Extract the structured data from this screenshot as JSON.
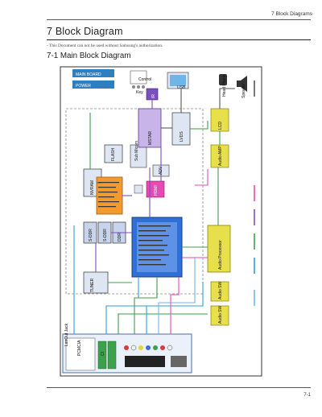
{
  "header": {
    "running_title": "7 Block Diagrams",
    "chapter_title": "7 Block Diagram",
    "notice": "- This Document can not be used without Samsung's authorization.",
    "section_title": "7-1 Main Block Diagram"
  },
  "footer": {
    "page_number": "7-1"
  },
  "diagram": {
    "blocks": {
      "lan_pack": "LanOut Jack",
      "pcmcia": "PCMCIA",
      "ci": "CI",
      "s_ddr": "S-DDR",
      "s_ddr_b": "S-DDR",
      "main_chip": "MSTAR",
      "adv": "ADV",
      "audio_processor": "Audio Processor",
      "audio_amp": "Audio AMP",
      "lvds": "LVDS",
      "lcd": "LCD",
      "nvram": "NVRAM",
      "flash": "FLASH",
      "ddr": "DDR",
      "tuner": "TUNER",
      "hdmi": "HDMI",
      "sub_micom": "Sub Micom",
      "ir": "IR",
      "speaker": "Speaker",
      "mainboard": "MAIN BOARD",
      "control": "Control",
      "key": "Key",
      "headphone": "Head Phone",
      "power": "POWER",
      "usb": "USB",
      "audio_sw": "Audio SW",
      "audio_sw_b": "Audio SW"
    }
  }
}
